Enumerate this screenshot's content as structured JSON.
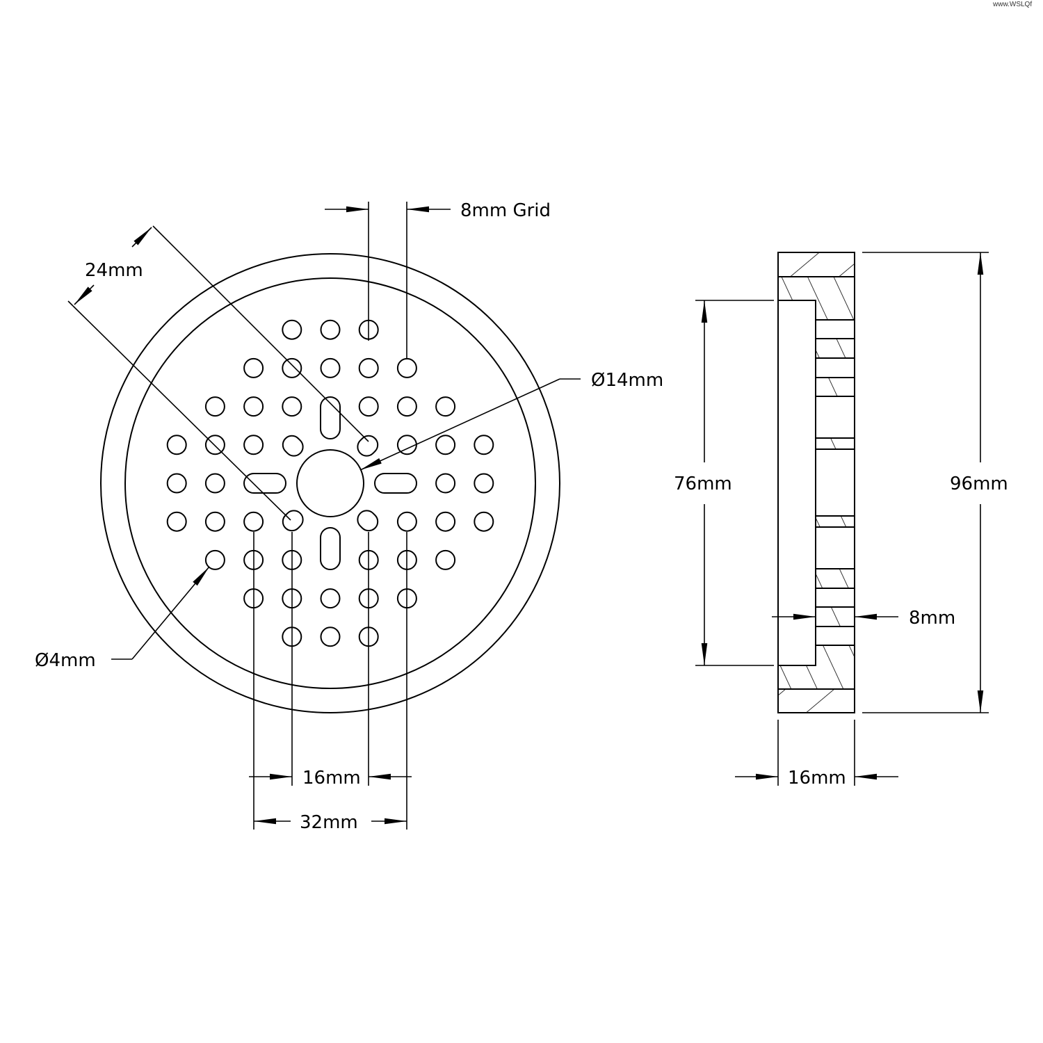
{
  "watermark": "www.WSLQf",
  "front_view": {
    "grid_label": "8mm Grid",
    "diag_label": "24mm",
    "hub_label": "Ø14mm",
    "hole_label": "Ø4mm",
    "inner_spacing_label": "16mm",
    "outer_spacing_label": "32mm"
  },
  "section_view": {
    "recess_label": "76mm",
    "outer_diameter_label": "96mm",
    "web_label": "8mm",
    "width_label": "16mm"
  }
}
